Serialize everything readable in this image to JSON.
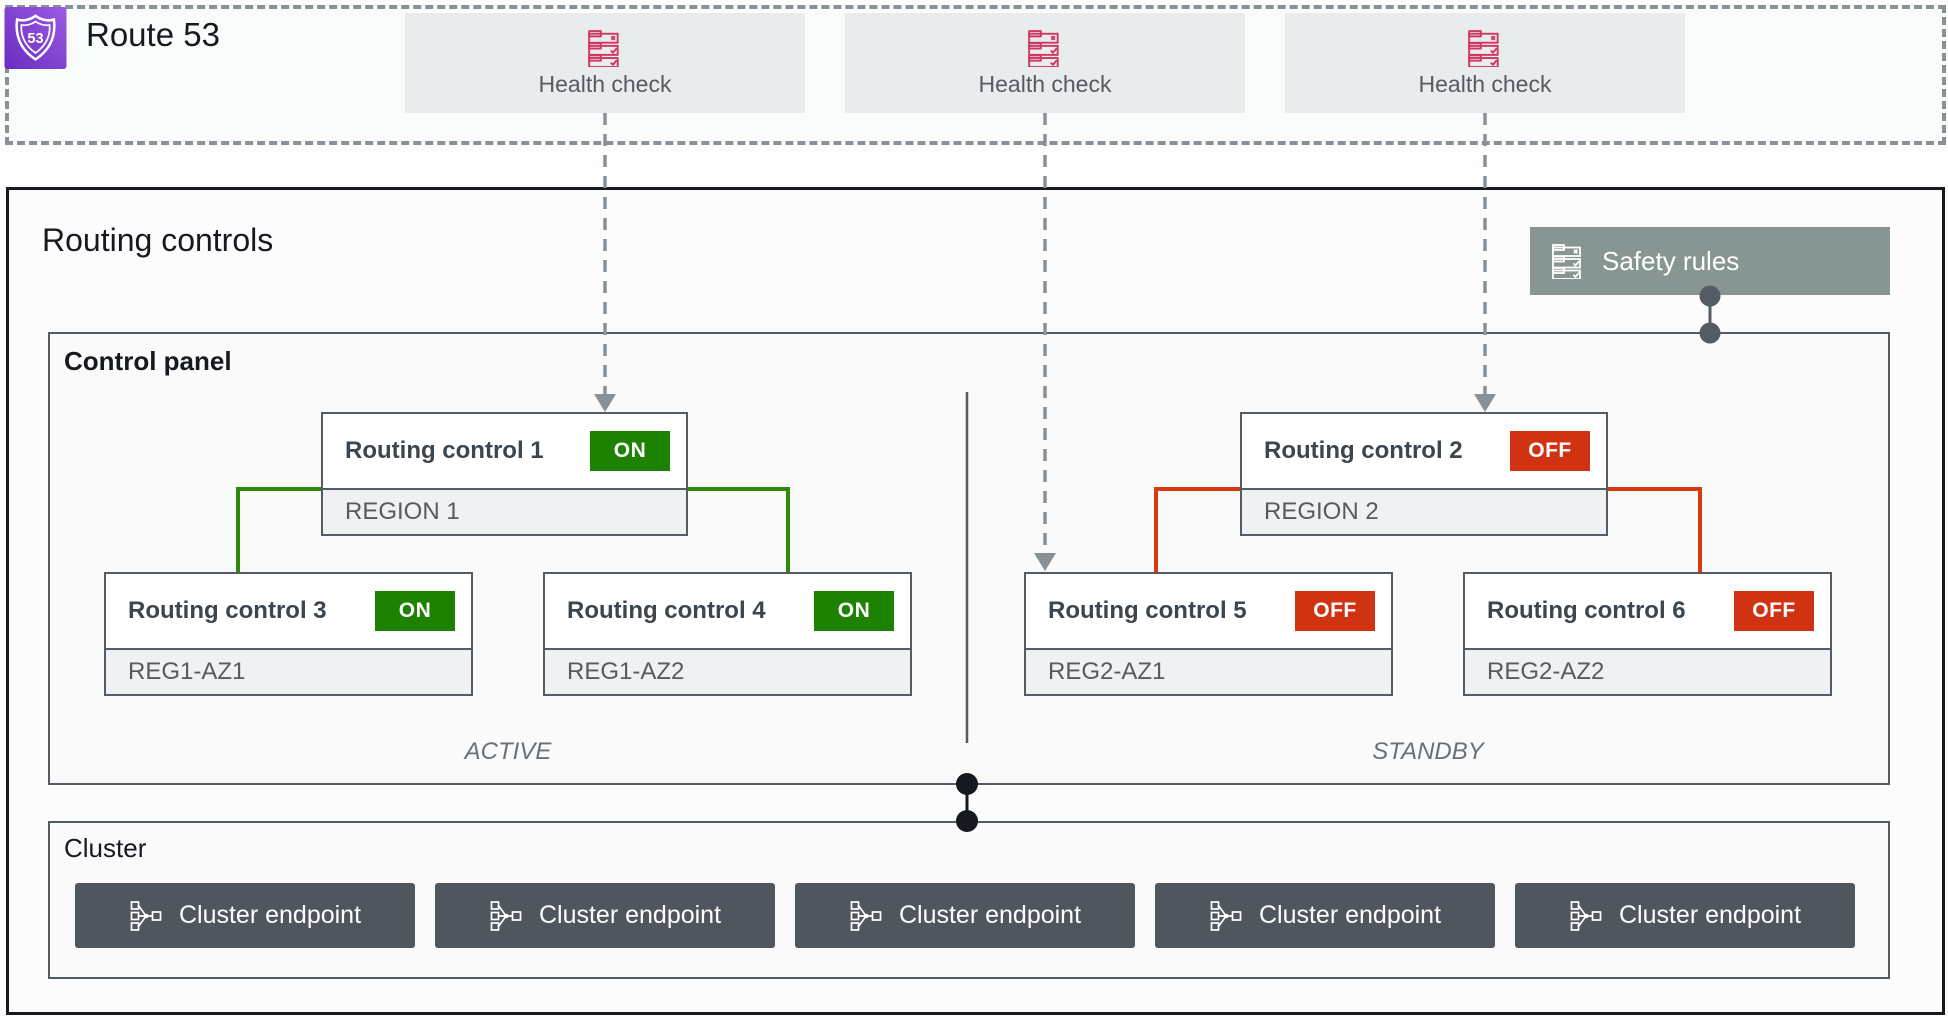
{
  "colors": {
    "on": "#1d8102",
    "off": "#d13212",
    "wire_on": "#2e8b09",
    "wire_off": "#d8390e",
    "dash": "#879196",
    "connector_gray": "#545b64",
    "connector_dark": "#16191f",
    "health_check_icon": "#cf3760",
    "safety_button_bg": "#889693",
    "endpoint_button_bg": "#50565e",
    "route53_gradient_start": "#9a5ce5",
    "route53_gradient_end": "#6b2bbf"
  },
  "route53": {
    "label": "Route 53",
    "health_checks": [
      "Health check",
      "Health check",
      "Health check"
    ]
  },
  "routing": {
    "title": "Routing controls",
    "safety_rules_label": "Safety rules",
    "control_panel_title": "Control panel",
    "zones": {
      "active": "ACTIVE",
      "standby": "STANDBY"
    },
    "controls": [
      {
        "name": "Routing control 1",
        "state": "ON",
        "scope": "REGION 1"
      },
      {
        "name": "Routing control 2",
        "state": "OFF",
        "scope": "REGION 2"
      },
      {
        "name": "Routing control 3",
        "state": "ON",
        "scope": "REG1-AZ1"
      },
      {
        "name": "Routing control 4",
        "state": "ON",
        "scope": "REG1-AZ2"
      },
      {
        "name": "Routing control 5",
        "state": "OFF",
        "scope": "REG2-AZ1"
      },
      {
        "name": "Routing control 6",
        "state": "OFF",
        "scope": "REG2-AZ2"
      }
    ]
  },
  "cluster": {
    "title": "Cluster",
    "endpoints": [
      "Cluster endpoint",
      "Cluster endpoint",
      "Cluster endpoint",
      "Cluster endpoint",
      "Cluster endpoint"
    ]
  }
}
